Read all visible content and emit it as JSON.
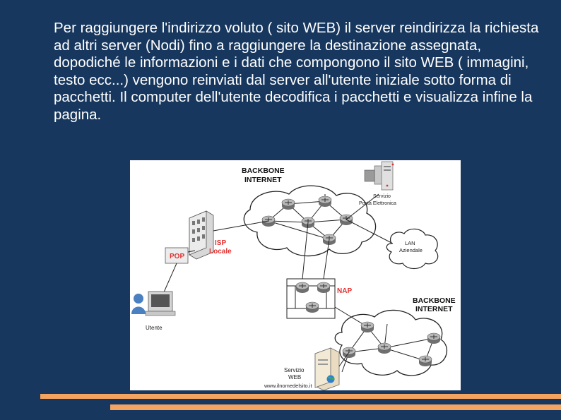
{
  "slide": {
    "paragraph": "Per raggiungere l'indirizzo voluto ( sito WEB) il server reindirizza la richiesta ad altri server (Nodi) fino a raggiungere la destinazione assegnata, dopodiché le informazioni e i dati che compongono il sito WEB ( immagini, testo ecc...) vengono reinviati dal server all'utente iniziale sotto forma di pacchetti. Il computer dell'utente decodifica i pacchetti e visualizza infine la pagina."
  },
  "diagram": {
    "backbone_top": [
      "BACKBONE",
      "INTERNET"
    ],
    "servizio_posta": [
      "Servizio",
      "Posta Elettronica"
    ],
    "lan": [
      "LAN",
      "Aziendale"
    ],
    "isp": [
      "ISP",
      "Locale"
    ],
    "pop": "POP",
    "nap": "NAP",
    "backbone_bottom": [
      "BACKBONE",
      "INTERNET"
    ],
    "utente": "Utente",
    "servizio_web": [
      "Servizio",
      "WEB"
    ],
    "credit": "www.ilnomedelsito.it",
    "colors": {
      "accent_red": "#e03030",
      "router_gray": "#8a8a8a",
      "cloud_stroke": "#222222"
    }
  }
}
